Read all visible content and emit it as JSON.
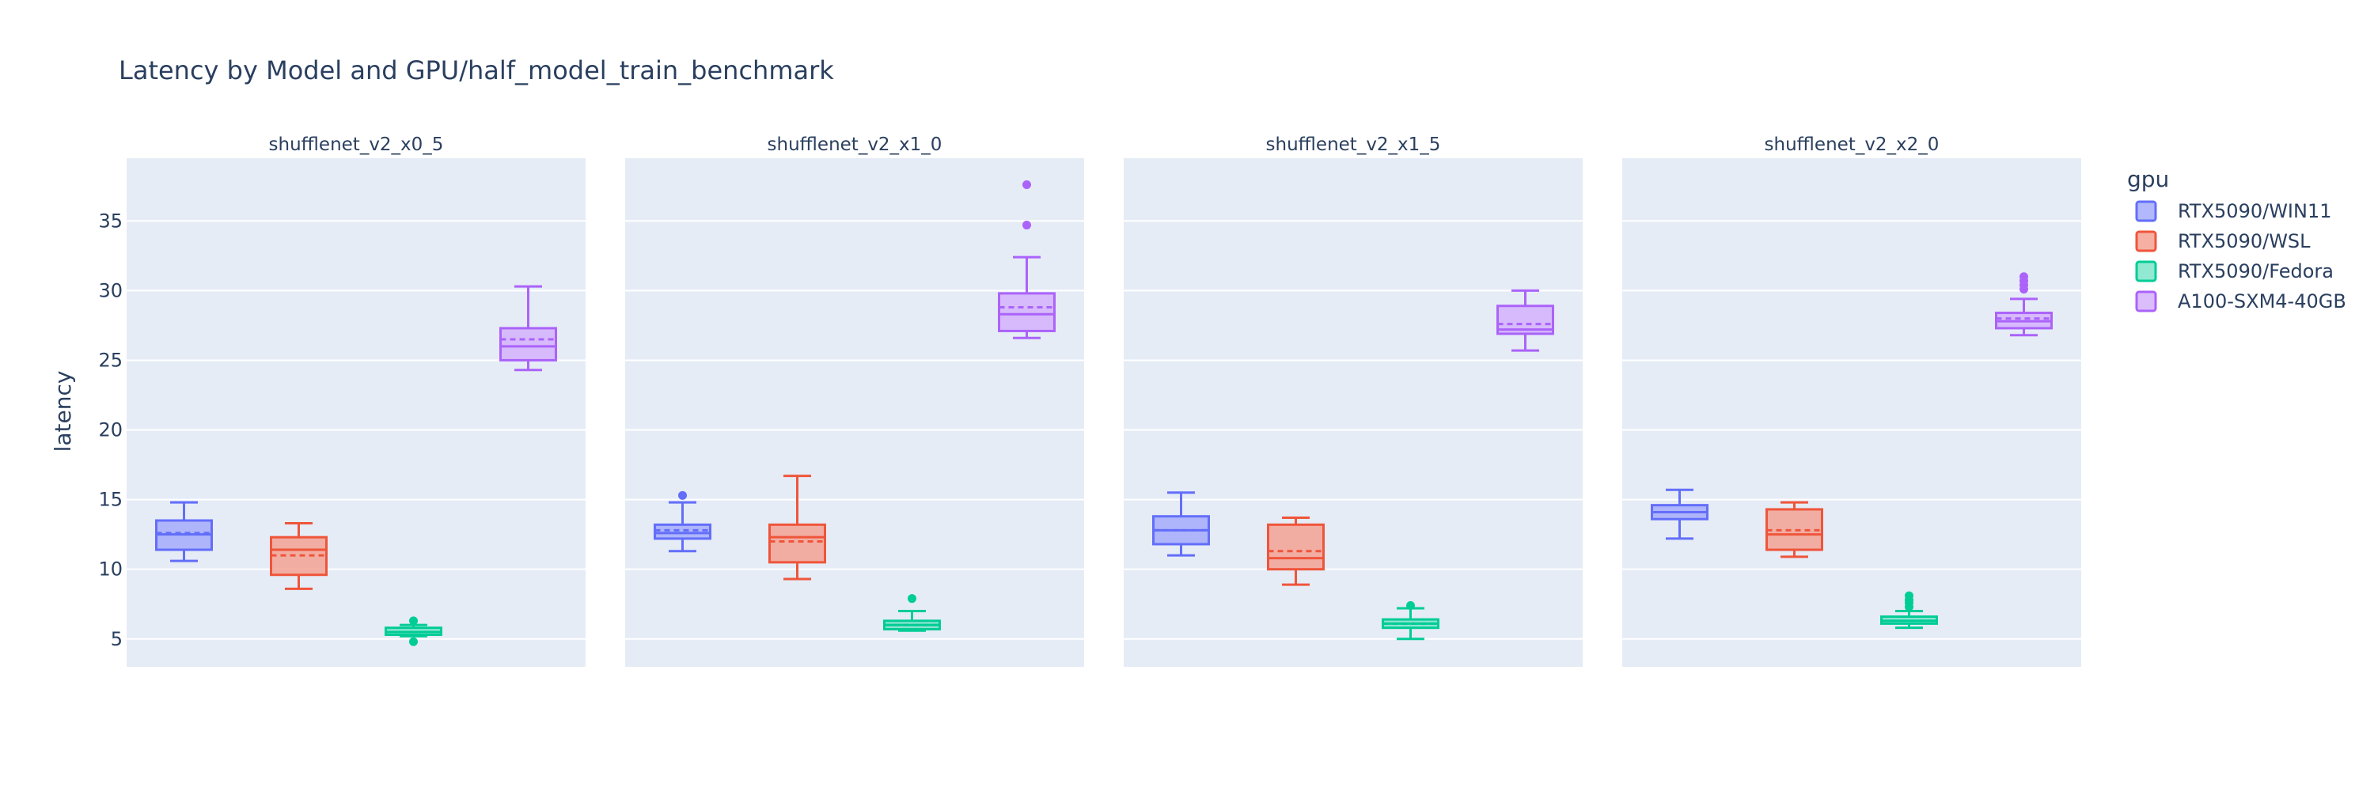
{
  "chart_data": {
    "type": "box",
    "title": "Latency by Model and GPU/half_model_train_benchmark",
    "ylabel": "latency",
    "xlabel": "",
    "ylim": [
      3,
      39.5
    ],
    "y_ticks": [
      5,
      10,
      15,
      20,
      25,
      30,
      35
    ],
    "grid": true,
    "legend_title": "gpu",
    "legend_position": "right",
    "series": [
      {
        "name": "RTX5090/WIN11",
        "color": "#636efa",
        "fill": "#a5abfc"
      },
      {
        "name": "RTX5090/WSL",
        "color": "#ef553b",
        "fill": "#f5a293"
      },
      {
        "name": "RTX5090/Fedora",
        "color": "#00cc96",
        "fill": "#7fe5ca"
      },
      {
        "name": "A100-SXM4-40GB",
        "color": "#ab63fa",
        "fill": "#d5b1fc"
      }
    ],
    "facets": [
      {
        "title": "shufflenet_v2_x0_5",
        "boxes": [
          {
            "series": "RTX5090/WIN11",
            "min": 10.6,
            "q1": 11.4,
            "median": 12.5,
            "mean": 12.6,
            "q3": 13.5,
            "max": 14.8,
            "outliers": []
          },
          {
            "series": "RTX5090/WSL",
            "min": 8.6,
            "q1": 9.6,
            "median": 11.4,
            "mean": 11.0,
            "q3": 12.3,
            "max": 13.3,
            "outliers": []
          },
          {
            "series": "RTX5090/Fedora",
            "min": 5.2,
            "q1": 5.3,
            "median": 5.5,
            "mean": 5.5,
            "q3": 5.8,
            "max": 6.0,
            "outliers": [
              4.8,
              6.3
            ]
          },
          {
            "series": "A100-SXM4-40GB",
            "min": 24.3,
            "q1": 25.0,
            "median": 26.0,
            "mean": 26.5,
            "q3": 27.3,
            "max": 30.3,
            "outliers": []
          }
        ]
      },
      {
        "title": "shufflenet_v2_x1_0",
        "boxes": [
          {
            "series": "RTX5090/WIN11",
            "min": 11.3,
            "q1": 12.2,
            "median": 12.6,
            "mean": 12.8,
            "q3": 13.2,
            "max": 14.8,
            "outliers": [
              15.3
            ]
          },
          {
            "series": "RTX5090/WSL",
            "min": 9.3,
            "q1": 10.5,
            "median": 12.3,
            "mean": 12.0,
            "q3": 13.2,
            "max": 16.7,
            "outliers": []
          },
          {
            "series": "RTX5090/Fedora",
            "min": 5.6,
            "q1": 5.7,
            "median": 6.0,
            "mean": 6.0,
            "q3": 6.3,
            "max": 7.0,
            "outliers": [
              7.9
            ]
          },
          {
            "series": "A100-SXM4-40GB",
            "min": 26.6,
            "q1": 27.1,
            "median": 28.3,
            "mean": 28.8,
            "q3": 29.8,
            "max": 32.4,
            "outliers": [
              34.7,
              37.6
            ]
          }
        ]
      },
      {
        "title": "shufflenet_v2_x1_5",
        "boxes": [
          {
            "series": "RTX5090/WIN11",
            "min": 11.0,
            "q1": 11.8,
            "median": 12.8,
            "mean": 12.8,
            "q3": 13.8,
            "max": 15.5,
            "outliers": []
          },
          {
            "series": "RTX5090/WSL",
            "min": 8.9,
            "q1": 10.0,
            "median": 10.8,
            "mean": 11.3,
            "q3": 13.2,
            "max": 13.7,
            "outliers": []
          },
          {
            "series": "RTX5090/Fedora",
            "min": 5.0,
            "q1": 5.8,
            "median": 6.1,
            "mean": 6.1,
            "q3": 6.4,
            "max": 7.2,
            "outliers": [
              7.4
            ]
          },
          {
            "series": "A100-SXM4-40GB",
            "min": 25.7,
            "q1": 26.9,
            "median": 27.2,
            "mean": 27.6,
            "q3": 28.9,
            "max": 30.0,
            "outliers": []
          }
        ]
      },
      {
        "title": "shufflenet_v2_x2_0",
        "boxes": [
          {
            "series": "RTX5090/WIN11",
            "min": 12.2,
            "q1": 13.6,
            "median": 14.1,
            "mean": 14.1,
            "q3": 14.6,
            "max": 15.7,
            "outliers": []
          },
          {
            "series": "RTX5090/WSL",
            "min": 10.9,
            "q1": 11.4,
            "median": 12.5,
            "mean": 12.8,
            "q3": 14.3,
            "max": 14.8,
            "outliers": []
          },
          {
            "series": "RTX5090/Fedora",
            "min": 5.8,
            "q1": 6.1,
            "median": 6.3,
            "mean": 6.3,
            "q3": 6.6,
            "max": 7.0,
            "outliers": [
              7.3,
              7.6,
              7.8,
              8.1
            ]
          },
          {
            "series": "A100-SXM4-40GB",
            "min": 26.8,
            "q1": 27.3,
            "median": 27.8,
            "mean": 28.0,
            "q3": 28.4,
            "max": 29.4,
            "outliers": [
              30.1,
              30.4,
              30.7,
              31.0
            ]
          }
        ]
      }
    ]
  }
}
